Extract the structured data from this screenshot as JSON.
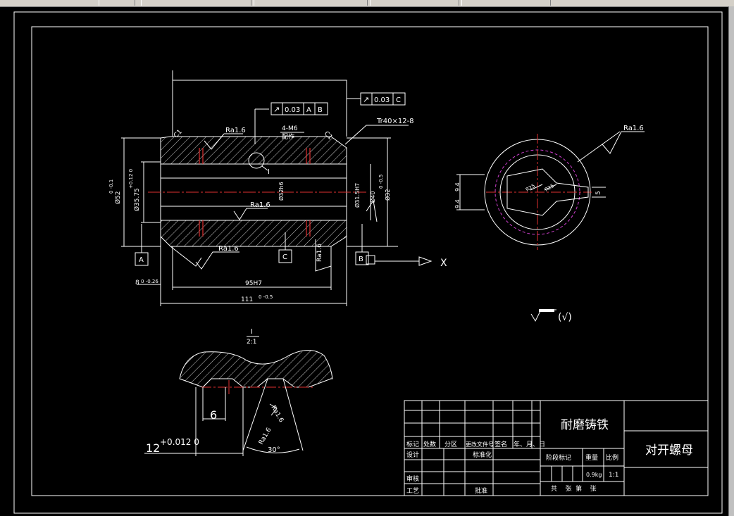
{
  "title_block": {
    "material": "耐磨铸铁",
    "part_name": "对开螺母",
    "rev_headers": [
      "标记",
      "处数",
      "分区",
      "更改文件号",
      "签名",
      "年、月、日"
    ],
    "design": "设计",
    "standardize": "标准化",
    "review": "审核",
    "process": "工艺",
    "approve": "批准",
    "stage_mark": "阶段标记",
    "weight": "重量",
    "scale_label": "比例",
    "weight_value": "0.9kg",
    "scale_value": "1:1",
    "sheets": "共    张  第    张"
  },
  "dims": {
    "thread": "Tr40×12-8",
    "fcf_left_sym": "↗",
    "fcf_left_tol": "0.03",
    "fcf_left_d1": "A",
    "fcf_left_d2": "B",
    "fcf_right_sym": "↗",
    "fcf_right_tol": "0.03",
    "fcf_right_d1": "C",
    "tap": "4-M6",
    "tap_note": "配作",
    "chamfer_l": "C1",
    "chamfer_r": "C1",
    "ra_top": "Ra1.6",
    "ra_mid": "Ra1.6",
    "ra_bot": "Ra1.6",
    "ra_right_v": "Ra1.6",
    "ra_end": "Ra1.6",
    "ra_d1": "Ra1.6",
    "ra_d2": "Ra1.6",
    "datum_a": "A",
    "datum_b": "B",
    "datum_c": "C",
    "view_x": "X",
    "detail_marker": "I",
    "detail_title": "I",
    "detail_scale": "2:1",
    "d_outer": "Ø52",
    "d_outer_tol": "0 -0.1",
    "d_inner": "Ø35.75",
    "d_inner_tol": "+0.12 0",
    "d_center": "Ø32h6",
    "d_bore": "Ø31.5H7",
    "d_right_a": "Ø40",
    "d_right_b": "Ø32",
    "d_right_tol": "0 -0.5",
    "len_95": "95H7",
    "len_111": "111",
    "len_111_tol": "0 -0.5",
    "len_8": "8",
    "len_8_tol": "0 -0.26",
    "thk_9a": "9.4",
    "thk_9b": "9.4",
    "tooth_5": "5",
    "r_a": "R25",
    "r_b": "R25",
    "pitch_6": "6",
    "width_12": "12",
    "width_12_tol": "+0.012 0",
    "angle": "30°",
    "rest_roughness": "(√)"
  }
}
